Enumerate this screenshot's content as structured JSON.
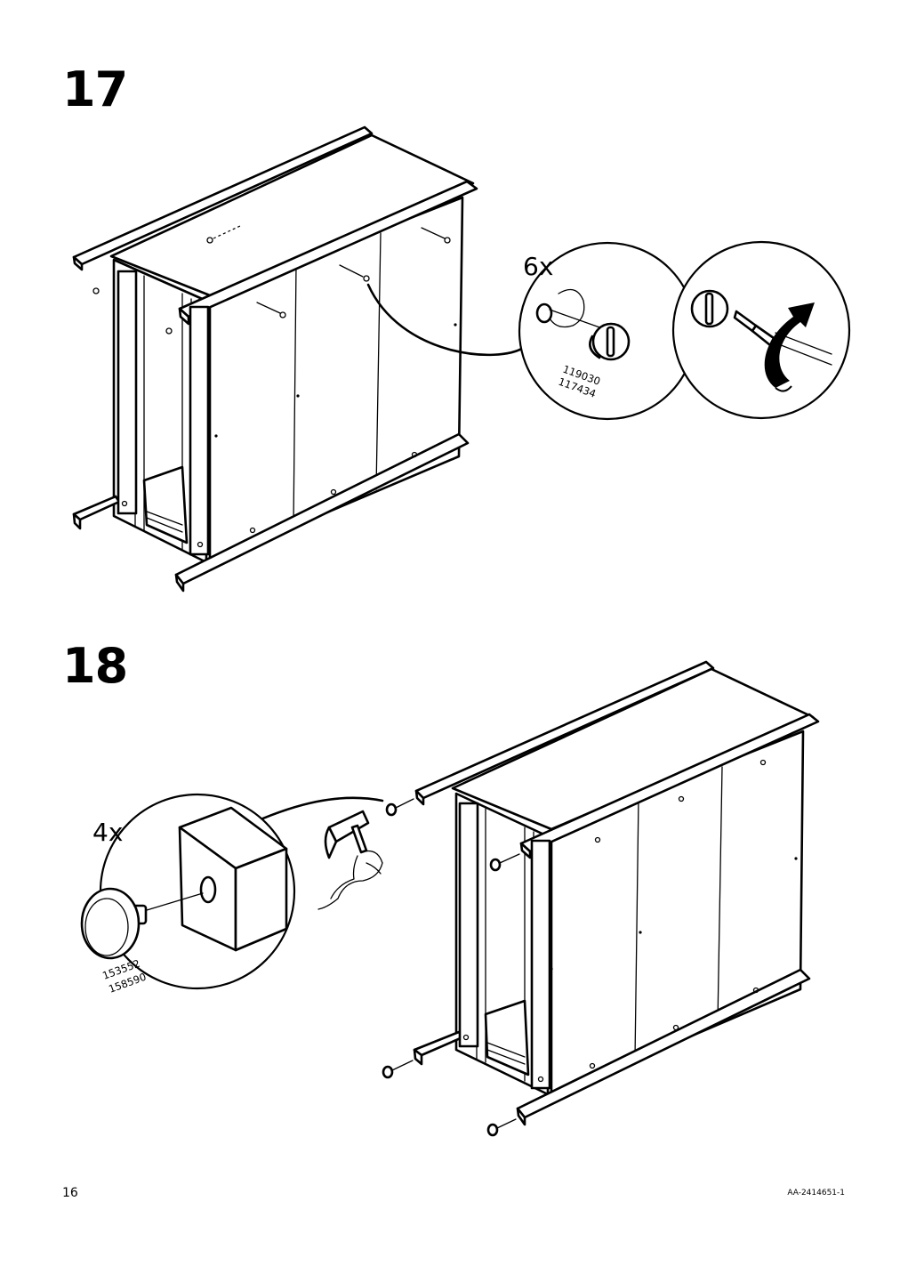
{
  "steps": [
    {
      "number": "17",
      "callout": {
        "quantity": "6x",
        "part_numbers": [
          "119030",
          "117434"
        ]
      },
      "icons": [
        "cam-lock-detail",
        "screwdriver-icon",
        "clockwise-arrow-icon"
      ]
    },
    {
      "number": "18",
      "callout": {
        "quantity": "4x",
        "part_numbers": [
          "153552",
          "158590"
        ]
      },
      "icons": [
        "knob-detail",
        "hammer-icon"
      ]
    }
  ],
  "footer": {
    "page_number": "16",
    "document_code": "AA-2414651-1"
  }
}
